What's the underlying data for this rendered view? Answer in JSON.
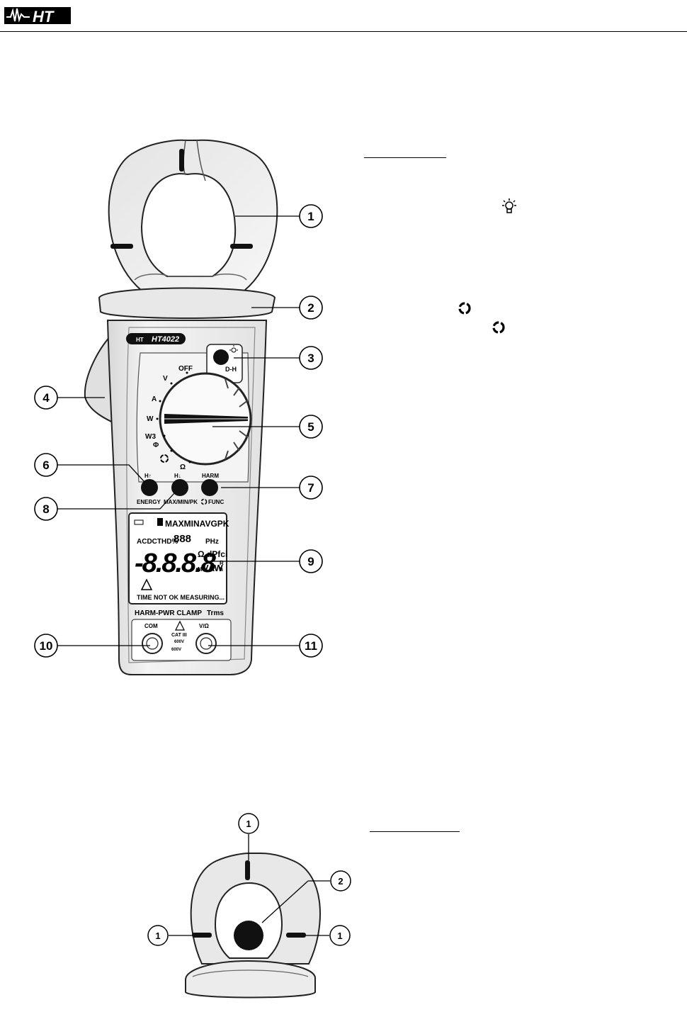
{
  "header": {
    "brand": "HT",
    "registered": "®"
  },
  "instrument": {
    "model": "HT4022",
    "brand": "HT",
    "backlight_key": "D-H",
    "switch_positions": [
      "OFF",
      "V",
      "A",
      "W",
      "W3",
      "Φ",
      "Ω"
    ],
    "buttons": [
      {
        "top": "H↑",
        "bottom": "ENERGY"
      },
      {
        "top": "H↓",
        "bottom": "MAX/MIN/PK"
      },
      {
        "top": "HARM",
        "bottom": "FUNC"
      }
    ],
    "display": {
      "top_row": "MAXMINAVGPK",
      "row2_left": "ACDCTHD%",
      "row2_digits": "888",
      "row2_unit": "PHz",
      "main_digits": "-8.8.8.8",
      "unit_upper": "Ω dPfci",
      "unit_prefix": "M K",
      "unit_lower": "VAW",
      "unit_sup": "R",
      "unit_sub": "h",
      "status": "TIME NOT OK MEASURING..."
    },
    "label_left": "HARM-PWR CLAMP",
    "label_right": "Trms",
    "com_label": "COM",
    "vohm_label": "V/Ω",
    "cat_label": "CAT III",
    "cat_v1": "600V",
    "cat_v2": "600V"
  },
  "callouts_main": [
    "1",
    "2",
    "3",
    "4",
    "5",
    "6",
    "7",
    "8",
    "9",
    "10",
    "11"
  ],
  "callouts_jaw": [
    "1",
    "2",
    "1",
    "1"
  ],
  "icons": {
    "backlight": "lightbulb-icon",
    "cycle": "rotate-arrows-icon"
  }
}
